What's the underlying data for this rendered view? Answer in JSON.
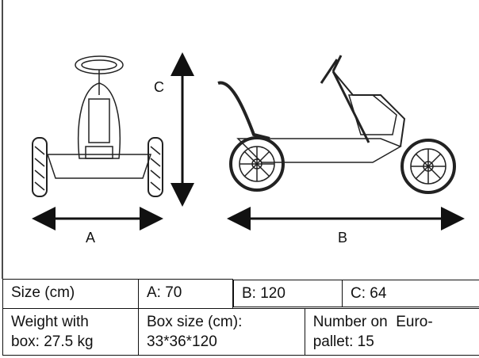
{
  "figure": {
    "dimension_labels": {
      "a": "A",
      "b": "B",
      "c": "C"
    }
  },
  "table": {
    "size_label": "Size (cm)",
    "a_value": "A: 70",
    "b_value": "B: 120",
    "c_value": "C: 64",
    "weight_line1": "Weight with",
    "weight_line2": "box: 27.5 kg",
    "box_line1": "Box size (cm):",
    "box_line2": "33*36*120",
    "pallet_line1": "Number on  Euro-",
    "pallet_line2": "pallet: 15"
  }
}
